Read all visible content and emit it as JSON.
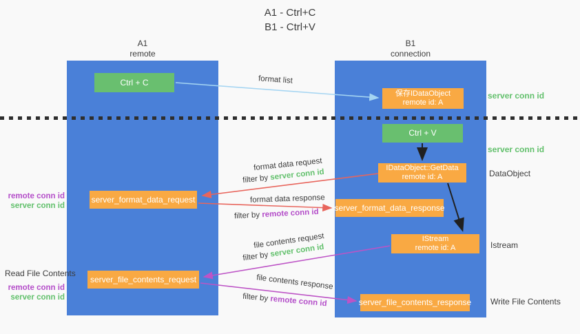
{
  "title": {
    "line1": "A1 - Ctrl+C",
    "line2": "B1 - Ctrl+V"
  },
  "lanes": {
    "left": {
      "name": "A1",
      "subtitle": "remote"
    },
    "right": {
      "name": "B1",
      "subtitle": "connection"
    }
  },
  "nodes": {
    "ctrl_c": "Ctrl + C",
    "ctrl_v": "Ctrl + V",
    "save_dataobject": {
      "line1": "保存IDataObject",
      "line2": "remote id: A"
    },
    "getdata": {
      "line1": "IDataObject::GetData",
      "line2": "remote id: A"
    },
    "istream": {
      "line1": "IStream",
      "line2": "remote id: A"
    },
    "format_request": "server_format_data_request",
    "format_response": "server_format_data_response",
    "file_request": "server_file_contents_request",
    "file_response": "server_file_contents_response"
  },
  "arrow_labels": {
    "format_list": "format list",
    "format_data_request": {
      "line": "format data request",
      "filter_prefix": "filter by ",
      "filter_key": "server conn id"
    },
    "format_data_response": {
      "line": "format data response",
      "filter_prefix": "filter by ",
      "filter_key": "remote conn id"
    },
    "file_contents_request": {
      "line": "file contents request",
      "filter_prefix": "filter by ",
      "filter_key": "server conn id"
    },
    "file_contents_response": {
      "line": "file contents response",
      "filter_prefix": "filter by ",
      "filter_key": "remote conn id"
    }
  },
  "side_labels": {
    "right_server_conn_top": "server conn id",
    "right_server_conn_mid": "server conn id",
    "dataobject": "DataObject",
    "istream": "Istream",
    "write_file_contents": "Write File Contents",
    "read_file_contents": "Read File Contents",
    "left_remote_conn_1": "remote conn id",
    "left_server_conn_1": "server conn id",
    "left_remote_conn_2": "remote conn id",
    "left_server_conn_2": "server conn id"
  },
  "colors": {
    "lane_blue": "#4a80d8",
    "box_green": "#69bf6f",
    "box_orange": "#f9a943",
    "green_key_text": "#62c06c",
    "purple_key_text": "#b44ec9",
    "arrow_light_blue": "#a5d5f2",
    "arrow_red": "#e8655c",
    "arrow_magenta": "#bd54c6",
    "arrow_black": "#202020",
    "background": "#f9f9f9"
  }
}
